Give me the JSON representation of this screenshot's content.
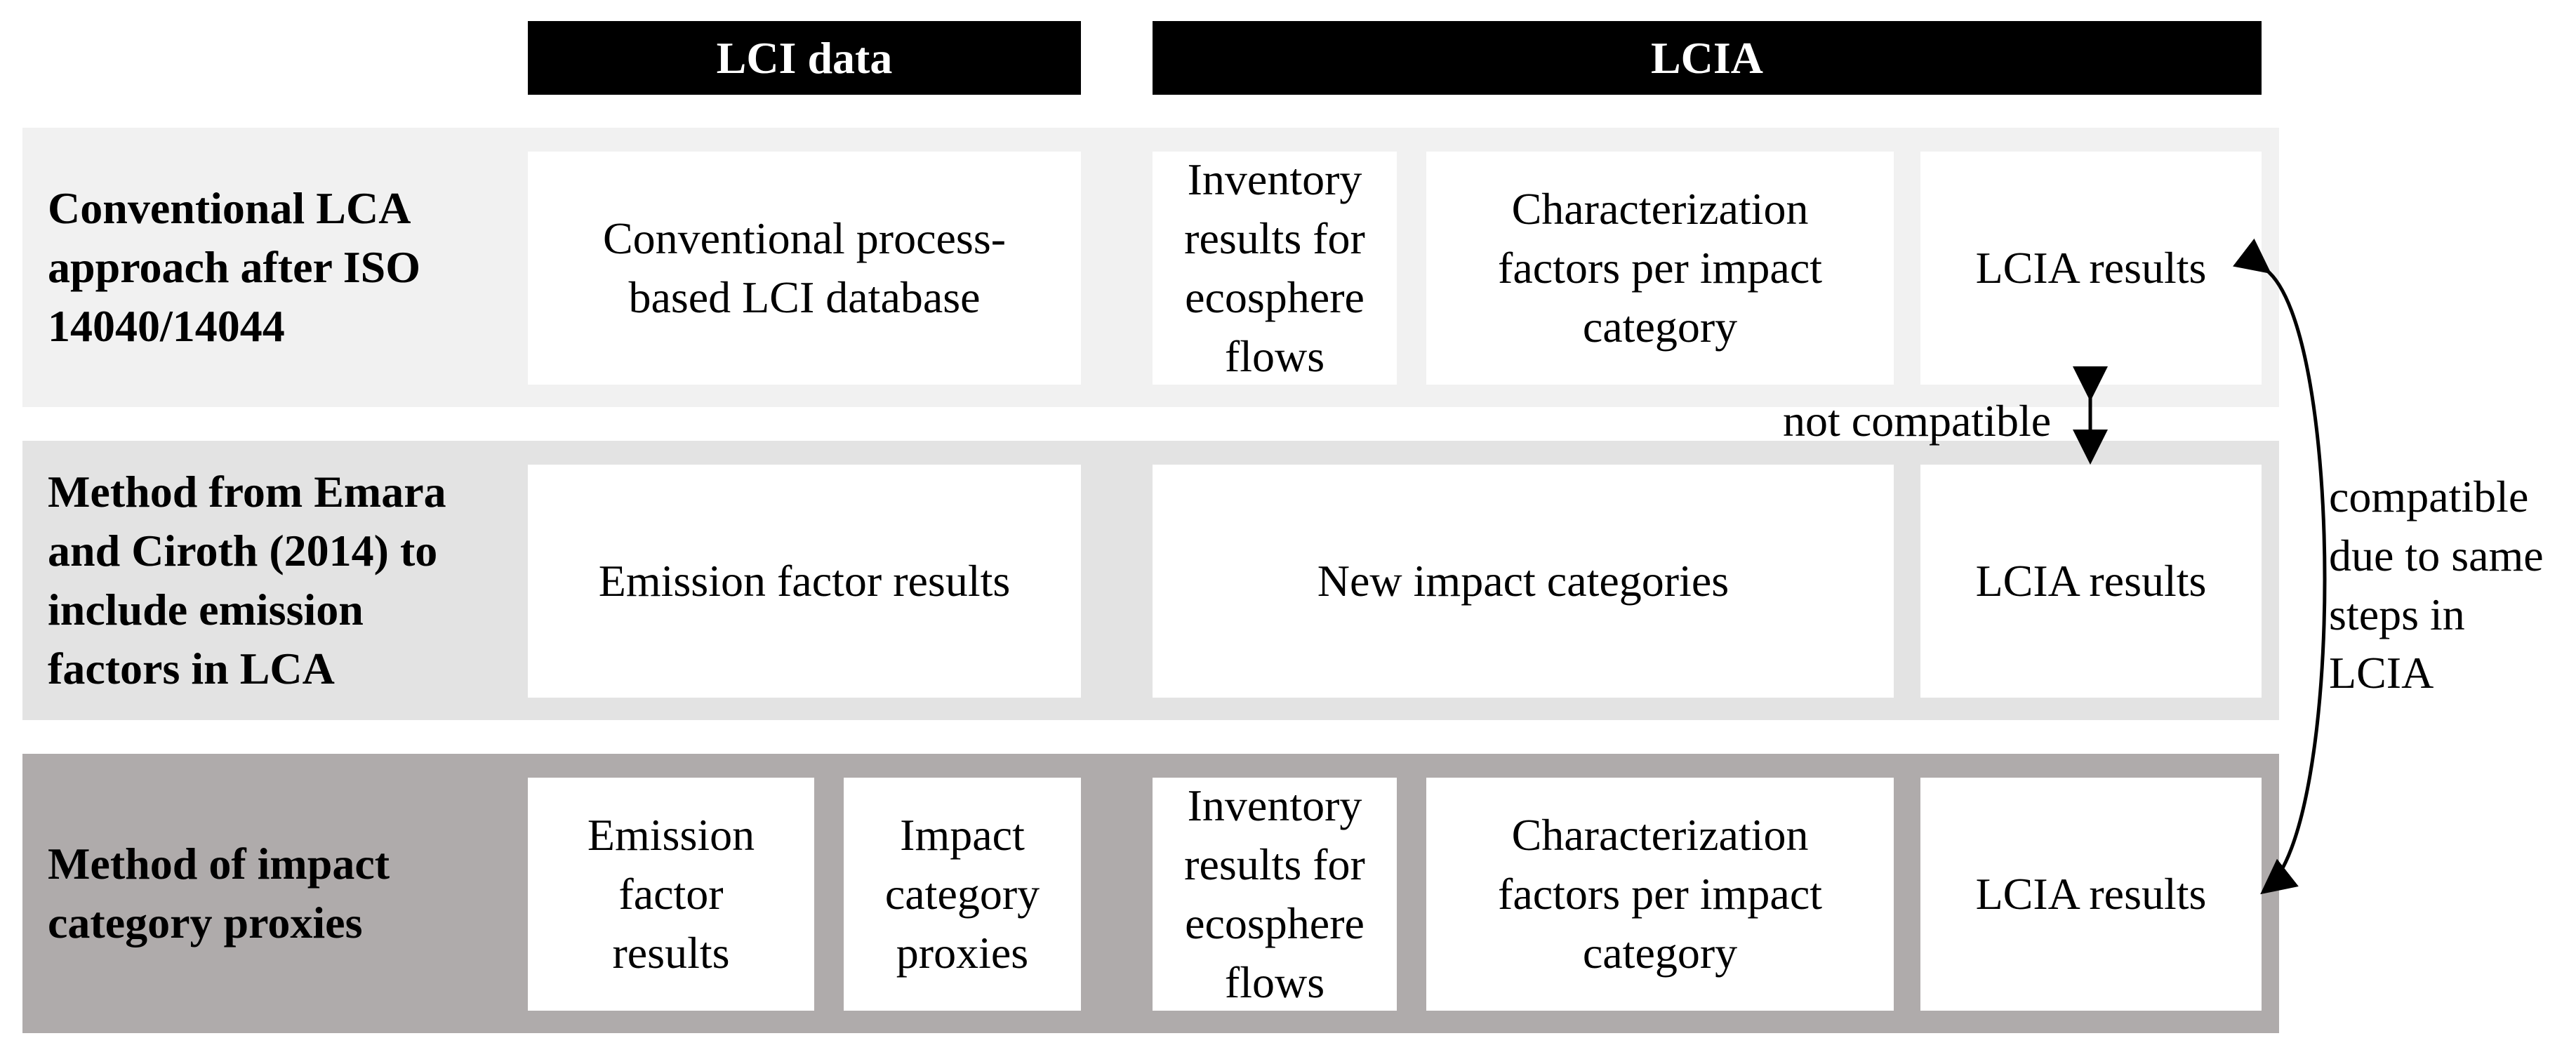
{
  "headers": {
    "lci": "LCI data",
    "lcia": "LCIA"
  },
  "rows": [
    {
      "label": "Conventional LCA\napproach after ISO\n14040/14044",
      "cells": [
        "Conventional process-\nbased LCI database",
        "Inventory\nresults for\necosphere\nflows",
        "Characterization\nfactors per impact\ncategory",
        "LCIA results"
      ]
    },
    {
      "label": "Method from Emara\nand Ciroth (2014) to\ninclude emission\nfactors in LCA",
      "cells": [
        "Emission factor results",
        "New impact categories",
        "LCIA results"
      ]
    },
    {
      "label": "Method of impact\ncategory proxies",
      "cells": [
        "Emission\nfactor\nresults",
        "Impact\ncategory\nproxies",
        "Inventory\nresults for\necosphere\nflows",
        "Characterization\nfactors per impact\ncategory",
        "LCIA results"
      ]
    }
  ],
  "annotations": {
    "not_compatible": "not compatible",
    "compatible": "compatible\ndue to same\nsteps in\nLCIA"
  },
  "colors": {
    "band_1": "#f1f1f1",
    "band_2": "#e3e3e3",
    "band_3": "#afabab",
    "header": "#000000"
  }
}
